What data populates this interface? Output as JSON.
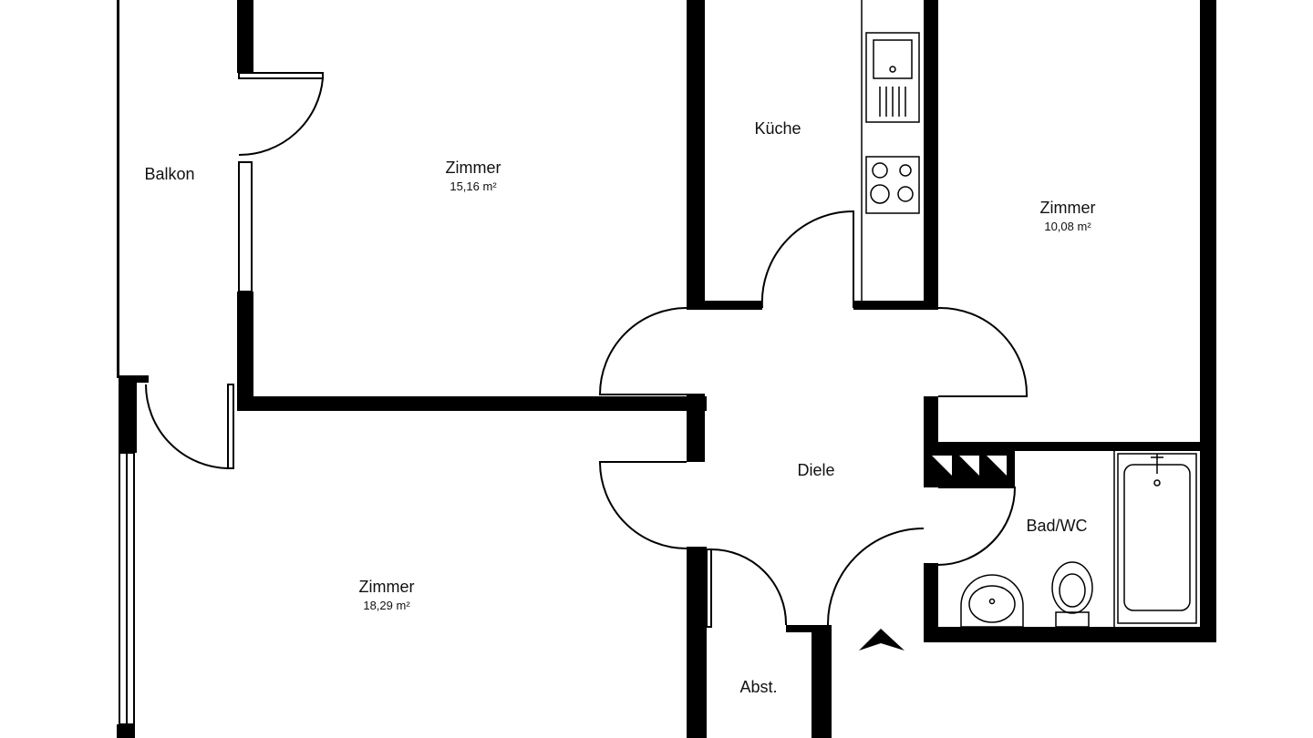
{
  "colors": {
    "wall": "#000000",
    "line": "#222222",
    "background": "#ffffff"
  },
  "rooms": {
    "balkon": {
      "name": "Balkon"
    },
    "zimmer1": {
      "name": "Zimmer",
      "area": "15,16 m²"
    },
    "kueche": {
      "name": "Küche"
    },
    "zimmer2": {
      "name": "Zimmer",
      "area": "10,08 m²"
    },
    "zimmer3": {
      "name": "Zimmer",
      "area": "18,29 m²"
    },
    "diele": {
      "name": "Diele"
    },
    "bad": {
      "name": "Bad/WC"
    },
    "abst": {
      "name": "Abst."
    }
  },
  "icons": [
    "sink-icon",
    "stove-icon",
    "bathtub-icon",
    "toilet-icon",
    "washbasin-icon",
    "entrance-arrow-icon",
    "door-swing-icon"
  ]
}
